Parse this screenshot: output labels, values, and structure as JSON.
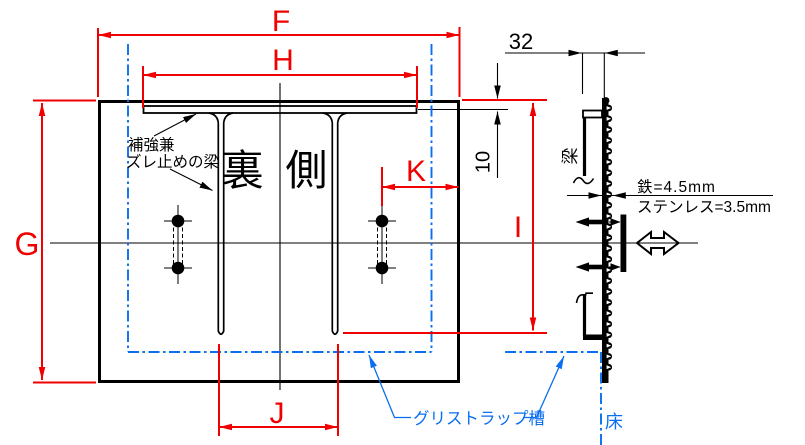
{
  "drawing": {
    "colors": {
      "dimension_red": "#f00000",
      "reference_blue": "#0a6ef0",
      "object_black": "#000000"
    },
    "dim_labels": {
      "f": "F",
      "g": "G",
      "h": "H",
      "i": "I",
      "j": "J",
      "k": "K",
      "plate_to_beam_gap": "10",
      "beam_depth": "32"
    },
    "notes": {
      "reinforcement_line1": "補強兼",
      "reinforcement_line2": "ズレ止めの梁",
      "back_side": "裏 側",
      "beam": "梁",
      "iron_thickness": "鉄=4.5mm",
      "stainless_thickness": "ステンレス=3.5mm",
      "grease_trap": "グリストラップ槽",
      "floor": "床"
    }
  }
}
